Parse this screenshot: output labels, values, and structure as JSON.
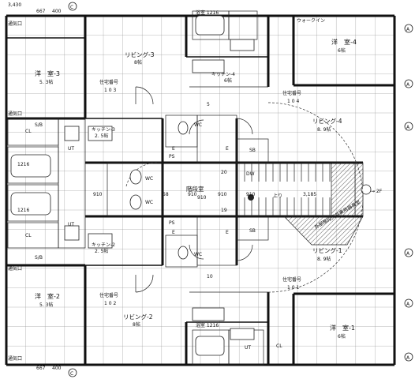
{
  "dimensions": {
    "top_left": "3,430",
    "top_a": "667",
    "top_b": "400",
    "bottom_a": "667",
    "bottom_b": "400",
    "stair_1": "910",
    "stair_2": "910",
    "stair_3": "910",
    "stair_4": "3,185",
    "stair_left": "58",
    "stair_mid": "910"
  },
  "axis_labels": {
    "top_c": "C",
    "bottom_c": "C",
    "right_a": "A",
    "right_b": "A",
    "right_c": "A",
    "right_d": "A",
    "right_e": "A",
    "right_f": "A",
    "left_marks": [
      "通気口",
      "通気口",
      "通気口",
      "通気口"
    ]
  },
  "rooms": {
    "western_3": {
      "name": "洋　室-3",
      "size": "5. 3帖"
    },
    "western_2": {
      "name": "洋　室-2",
      "size": "5. 3帖"
    },
    "western_4": {
      "name": "洋　室-4",
      "size": "6帖"
    },
    "western_1": {
      "name": "洋　室-1",
      "size": "6帖"
    },
    "living_3": {
      "name": "リビング-3",
      "size": "8帖"
    },
    "living_2": {
      "name": "リビング-2",
      "size": "8帖"
    },
    "living_4": {
      "name": "リビング-4",
      "size": "8. 9帖"
    },
    "living_1": {
      "name": "リビング-1",
      "size": "8. 9帖"
    },
    "kitchen_3": {
      "name": "キッチン-3",
      "size": "2. 5帖"
    },
    "kitchen_2": {
      "name": "キッチン-2",
      "size": "2. 5帖"
    },
    "kitchen_4": {
      "name": "キッチン-4",
      "size": "6帖"
    },
    "walkin": "ウォークイン",
    "bath_top": "浴室 1216",
    "bath_left_a": "1216",
    "bath_left_b": "1216",
    "bath_bottom": "浴室 1216",
    "stair_hall": "階段室",
    "stair_hall_num": "910",
    "wc": "WC",
    "ut": "UT",
    "e": "E",
    "sb": "SB",
    "ps": "PS",
    "cl": "CL",
    "shoe": "S/B",
    "to_floor": "→ 2F"
  },
  "units": {
    "u103": {
      "title": "住宅番号",
      "no": "1 0 3"
    },
    "u102": {
      "title": "住宅番号",
      "no": "1 0 2"
    },
    "u104": {
      "title": "住宅番号",
      "no": "1 0 4"
    },
    "u101": {
      "title": "住宅番号",
      "no": "1 0 1"
    }
  },
  "notes": {
    "stair_note": "上り",
    "exterior_note": "外部階段天井裏用器具室",
    "num_20": "20",
    "num_19": "19",
    "num_5": "5",
    "num_10": "10",
    "hatch_code": "DW"
  }
}
